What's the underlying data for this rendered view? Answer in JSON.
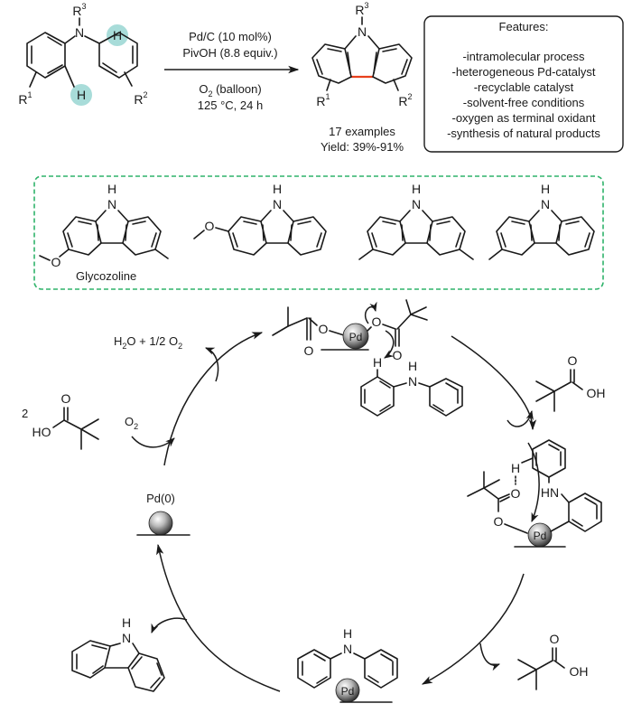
{
  "reaction": {
    "reagents_line1": "Pd/C (10 mol%)",
    "reagents_line2": "PivOH (8.8 equiv.)",
    "conditions_line1_prefix": "O",
    "conditions_line1_sub": "2",
    "conditions_line1_suffix": " (balloon)",
    "conditions_line2": "125 °C, 24 h",
    "substituents": {
      "r": "R",
      "r1_sup": "1",
      "r2_sup": "2",
      "r3_sup": "3",
      "n": "N",
      "h": "H"
    },
    "examples": "17 examples",
    "yield": "Yield: 39%-91%"
  },
  "features": {
    "title": "Features:",
    "items": [
      "-intramolecular process",
      "-heterogeneous Pd-catalyst",
      "-recyclable catalyst",
      "-solvent-free conditions",
      "-oxygen as terminal oxidant",
      "-synthesis of natural products"
    ]
  },
  "natural_products": {
    "glycozoline_label": "Glycozoline",
    "atoms": {
      "nh_h": "H",
      "nh_n": "N",
      "o": "O"
    }
  },
  "cycle": {
    "pd0_label": "Pd(0)",
    "pd_label": "Pd",
    "water_oxygen_text": "H₂O + 1/2 O₂",
    "water_prefix": "H",
    "water_sub": "2",
    "water_mid": "O + 1/2 O",
    "water_sub2": "2",
    "o2_prefix": "O",
    "o2_sub": "2",
    "coeff_2": "2",
    "ho_label": "HO",
    "oh_label": "OH",
    "o_label": "O",
    "h_label": "H",
    "n_label": "N",
    "hn_label": "HN"
  },
  "colors": {
    "highlight_teal": "#a8dcd9",
    "new_bond_red": "#e8401c",
    "dashed_green": "#2fb36a",
    "ink": "#1a1a1a"
  }
}
